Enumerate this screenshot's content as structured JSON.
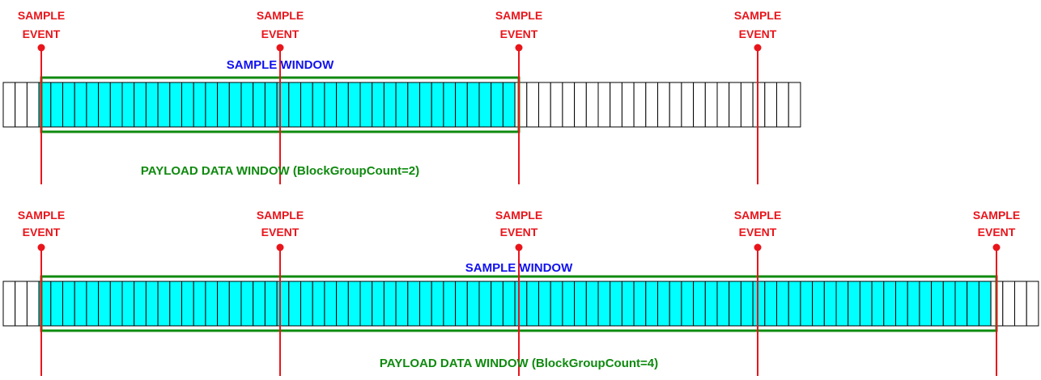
{
  "colors": {
    "event": "#e8151b",
    "sample_window_text": "#1111ee",
    "payload_window": "#0f8a0f",
    "sample_fill": "#00ffff",
    "cell_stroke": "#000000"
  },
  "panels": [
    {
      "event_label_line1": "SAMPLE",
      "event_label_line2": "EVENT",
      "event_count": 4,
      "sample_window_label": "SAMPLE WINDOW",
      "payload_label": "PAYLOAD DATA WINDOW (BlockGroupCount=2)",
      "block_group_count": 2
    },
    {
      "event_label_line1": "SAMPLE",
      "event_label_line2": "EVENT",
      "event_count": 5,
      "sample_window_label": "SAMPLE WINDOW",
      "payload_label": "PAYLOAD DATA WINDOW (BlockGroupCount=4)",
      "block_group_count": 4
    }
  ]
}
